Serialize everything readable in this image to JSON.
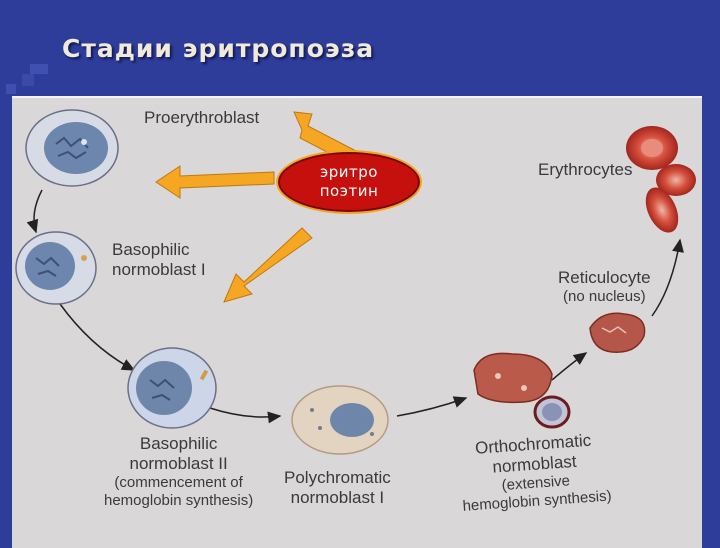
{
  "slide": {
    "title": "Стадии эритропоэза"
  },
  "epo_badge": {
    "line1": "эритро",
    "line2": "поэтин"
  },
  "stages": [
    {
      "name": "Proerythroblast"
    },
    {
      "name": "Basophilic",
      "name2": "normoblast I"
    },
    {
      "name": "Basophilic",
      "name2": "normoblast II",
      "note1": "(commencement of",
      "note2": "hemoglobin synthesis)"
    },
    {
      "name": "Polychromatic",
      "name2": "normoblast I"
    },
    {
      "name": "Orthochromatic",
      "name2": "normoblast",
      "note1": "(extensive",
      "note2": "hemoglobin synthesis)"
    },
    {
      "name": "Reticulocyte",
      "note1": "(no nucleus)"
    },
    {
      "name": "Erythrocytes"
    }
  ],
  "colors": {
    "background": "#2e3c9a",
    "panel": "#d9d7d8",
    "badge": "#c5100e",
    "arrow": "#f5a623"
  }
}
